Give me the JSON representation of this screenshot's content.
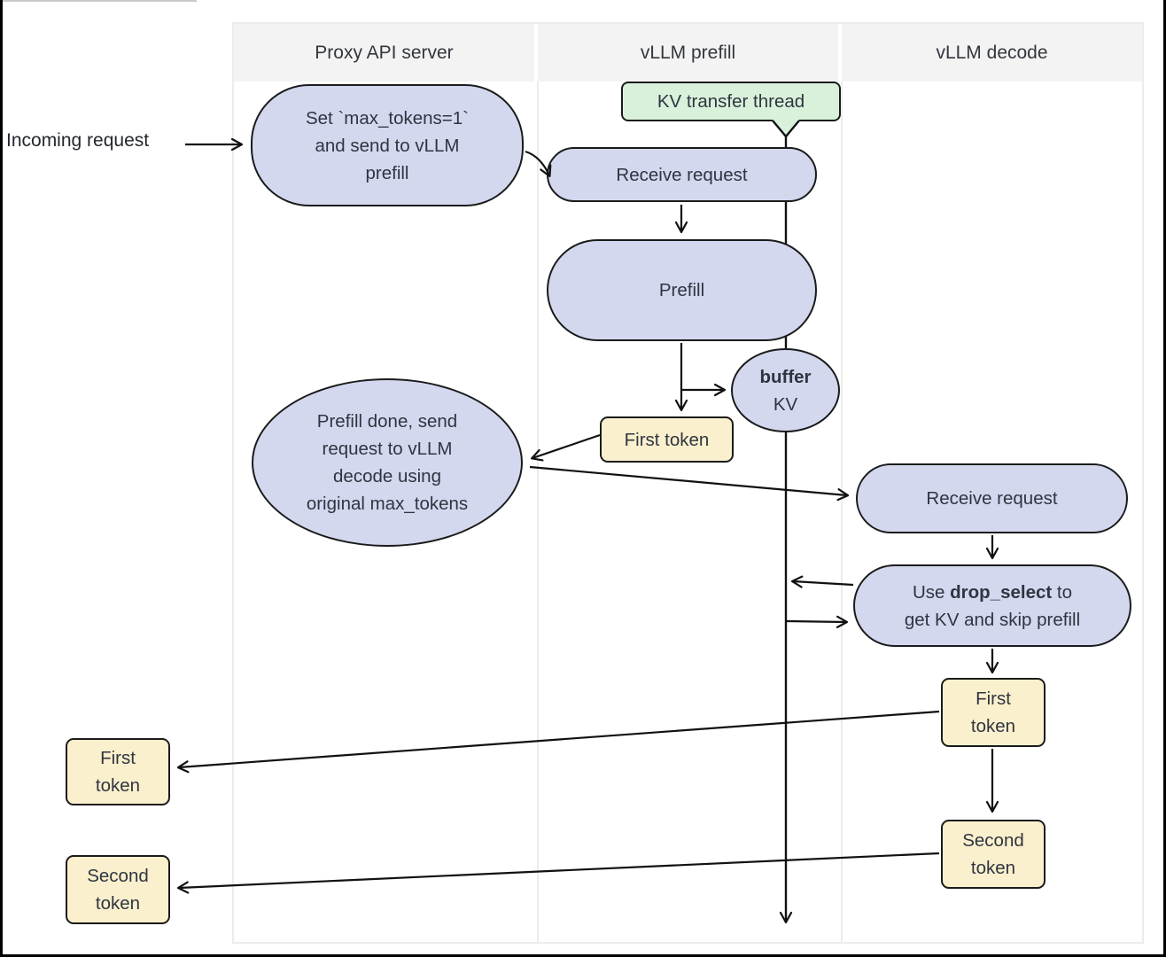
{
  "lanes": [
    "Proxy API server",
    "vLLM prefill",
    "vLLM decode"
  ],
  "incoming_label": "Incoming request",
  "nodes": {
    "set_max_tokens": {
      "lines": [
        "Set `max_tokens=1`",
        "and send to vLLM",
        "prefill"
      ]
    },
    "kv_transfer_thread": "KV transfer thread",
    "receive_request_prefill": "Receive request",
    "prefill": "Prefill",
    "buffer_kv": {
      "bold": "buffer",
      "rest": "KV"
    },
    "first_token_prefill": "First token",
    "prefill_done": {
      "lines": [
        "Prefill done, send",
        "request to vLLM",
        "decode using",
        "original max_tokens"
      ]
    },
    "receive_request_decode": "Receive request",
    "drop_select": {
      "prefix": "Use ",
      "bold": "drop_select",
      "suffix": " to",
      "line2": "get KV and skip prefill"
    },
    "first_token_decode": {
      "lines": [
        "First",
        "token"
      ]
    },
    "second_token_decode": {
      "lines": [
        "Second",
        "token"
      ]
    },
    "first_token_out": {
      "lines": [
        "First",
        "token"
      ]
    },
    "second_token_out": {
      "lines": [
        "Second",
        "token"
      ]
    }
  },
  "colors": {
    "node_purple": "#d3d8ef",
    "node_yellow": "#fbf0cd",
    "node_green": "#d9f1db",
    "lane_header_bg": "#f3f3f4",
    "stroke": "#1b1b1b"
  }
}
